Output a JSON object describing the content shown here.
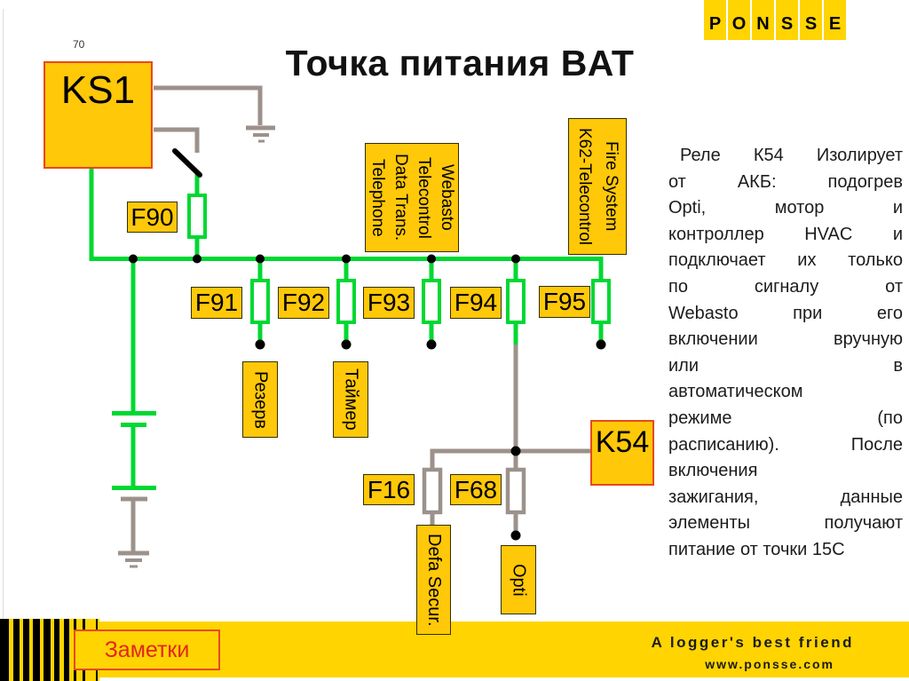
{
  "page": {
    "number": "70"
  },
  "title": "Точка питания BAT",
  "logo": {
    "letters": [
      "P",
      "O",
      "N",
      "S",
      "S",
      "E"
    ]
  },
  "diagram": {
    "relays": {
      "ks1": "KS1",
      "k54": "K54"
    },
    "fuses": {
      "f90": "F90",
      "f91": "F91",
      "f92": "F92",
      "f93": "F93",
      "f94": "F94",
      "f95": "F95",
      "f16": "F16",
      "f68": "F68"
    },
    "consumers": {
      "reserve": "Резерв",
      "timer": "Таймер",
      "webasto": "Webasto\nTelecontrol\nData Trans.\nTelephone",
      "fire": "Fire System\nK62-Telecontrol",
      "defa": "Defa Secur.",
      "opti": "Opti"
    }
  },
  "description": {
    "lines": [
      "Реле К54 Изолирует",
      "от АКБ: подогрев",
      "Opti, мотор и",
      "контроллер HVAC и",
      "подключает их только",
      "по сигналу от",
      "Webasto при его",
      "включении вручную",
      "или в",
      "автоматическом",
      "режиме (по",
      "расписанию). После",
      "включения",
      "зажигания, данные",
      "элементы получают",
      "питание от точки 15C"
    ]
  },
  "footer": {
    "notes_button": "Заметки",
    "tagline": "A logger's best friend",
    "website": "www.ponsse.com"
  },
  "colors": {
    "box-yellow": "#ffc808",
    "bar-yellow": "#ffd400",
    "relay-border": "#e8481e",
    "wire-green": "#00d832",
    "wire-gray": "#9c928b",
    "notes-red": "#e3251c",
    "ink": "#111111"
  }
}
